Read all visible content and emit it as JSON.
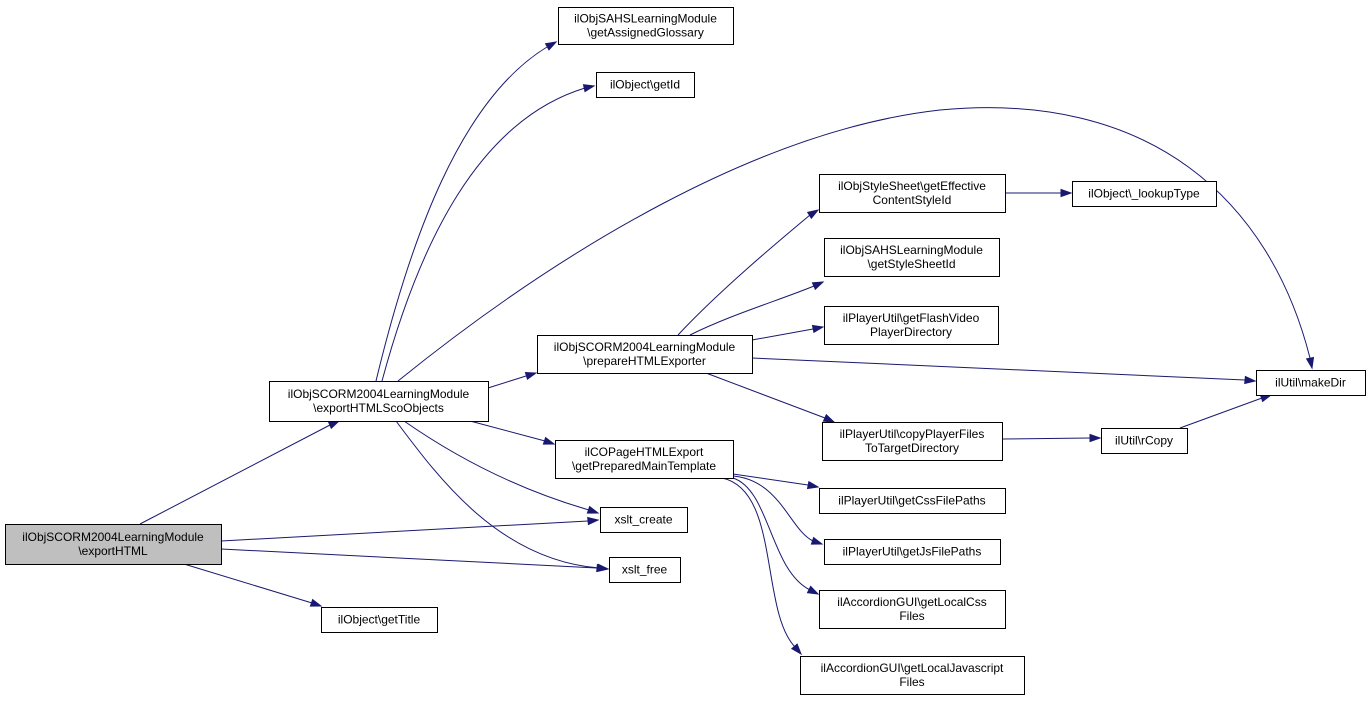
{
  "diagram": {
    "kind": "call-graph",
    "colors": {
      "edge": "#191970",
      "root_fill": "#bfbfbf",
      "node_fill": "#ffffff",
      "border": "#000000"
    },
    "nodes": [
      {
        "id": "root",
        "lines": [
          "ilObjSCORM2004LearningModule",
          "\\exportHTML"
        ],
        "highlighted": true
      },
      {
        "id": "sco",
        "lines": [
          "ilObjSCORM2004LearningModule",
          "\\exportHTMLScoObjects"
        ]
      },
      {
        "id": "gettitle",
        "lines": [
          "ilObject\\getTitle"
        ]
      },
      {
        "id": "xcreate",
        "lines": [
          "xslt_create"
        ]
      },
      {
        "id": "xfree",
        "lines": [
          "xslt_free"
        ]
      },
      {
        "id": "glossary",
        "lines": [
          "ilObjSAHSLearningModule",
          "\\getAssignedGlossary"
        ]
      },
      {
        "id": "getid",
        "lines": [
          "ilObject\\getId"
        ]
      },
      {
        "id": "prep",
        "lines": [
          "ilObjSCORM2004LearningModule",
          "\\prepareHTMLExporter"
        ]
      },
      {
        "id": "copage",
        "lines": [
          "ilCOPageHTMLExport",
          "\\getPreparedMainTemplate"
        ]
      },
      {
        "id": "effstyle",
        "lines": [
          "ilObjStyleSheet\\getEffective",
          "ContentStyleId"
        ]
      },
      {
        "id": "stylesheet",
        "lines": [
          "ilObjSAHSLearningModule",
          "\\getStyleSheetId"
        ]
      },
      {
        "id": "flash",
        "lines": [
          "ilPlayerUtil\\getFlashVideo",
          "PlayerDirectory"
        ]
      },
      {
        "id": "copyplayer",
        "lines": [
          "ilPlayerUtil\\copyPlayerFiles",
          "ToTargetDirectory"
        ]
      },
      {
        "id": "css",
        "lines": [
          "ilPlayerUtil\\getCssFilePaths"
        ]
      },
      {
        "id": "js",
        "lines": [
          "ilPlayerUtil\\getJsFilePaths"
        ]
      },
      {
        "id": "acccss",
        "lines": [
          "ilAccordionGUI\\getLocalCss",
          "Files"
        ]
      },
      {
        "id": "accjs",
        "lines": [
          "ilAccordionGUI\\getLocalJavascript",
          "Files"
        ]
      },
      {
        "id": "lookup",
        "lines": [
          "ilObject\\_lookupType"
        ]
      },
      {
        "id": "makedir",
        "lines": [
          "ilUtil\\makeDir"
        ]
      },
      {
        "id": "rcopy",
        "lines": [
          "ilUtil\\rCopy"
        ]
      }
    ],
    "edges": [
      {
        "from": "root",
        "to": "sco"
      },
      {
        "from": "root",
        "to": "xcreate"
      },
      {
        "from": "root",
        "to": "xfree"
      },
      {
        "from": "root",
        "to": "gettitle"
      },
      {
        "from": "sco",
        "to": "glossary"
      },
      {
        "from": "sco",
        "to": "getid"
      },
      {
        "from": "sco",
        "to": "makedir"
      },
      {
        "from": "sco",
        "to": "prep"
      },
      {
        "from": "sco",
        "to": "copage"
      },
      {
        "from": "sco",
        "to": "xcreate"
      },
      {
        "from": "sco",
        "to": "xfree"
      },
      {
        "from": "prep",
        "to": "effstyle"
      },
      {
        "from": "prep",
        "to": "stylesheet"
      },
      {
        "from": "prep",
        "to": "flash"
      },
      {
        "from": "prep",
        "to": "makedir"
      },
      {
        "from": "prep",
        "to": "copyplayer"
      },
      {
        "from": "effstyle",
        "to": "lookup"
      },
      {
        "from": "copyplayer",
        "to": "rcopy"
      },
      {
        "from": "rcopy",
        "to": "makedir"
      },
      {
        "from": "copage",
        "to": "css"
      },
      {
        "from": "copage",
        "to": "js"
      },
      {
        "from": "copage",
        "to": "acccss"
      },
      {
        "from": "copage",
        "to": "accjs"
      }
    ]
  }
}
